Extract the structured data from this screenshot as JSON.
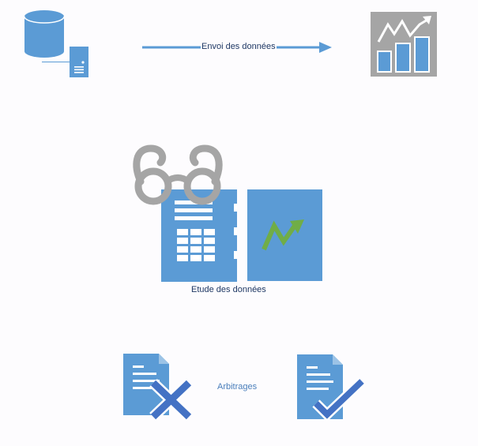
{
  "labels": {
    "send": "Envoi des données",
    "study": "Etude des données",
    "arbitration": "Arbitrages"
  },
  "icons": {
    "database": "database-icon",
    "server": "server-icon",
    "analytics": "analytics-chart-icon",
    "glasses": "glasses-icon",
    "spreadsheet": "spreadsheet-icon",
    "trend": "trend-icon",
    "rejected_document": "document-rejected-icon",
    "approved_document": "document-approved-icon"
  },
  "colors": {
    "primary_blue": "#5b9bd5",
    "dark_blue": "#4472c4",
    "gray": "#a5a5a5",
    "green": "#70ad47",
    "text": "#1f3864",
    "arbitration_text": "#4a7ebb"
  }
}
